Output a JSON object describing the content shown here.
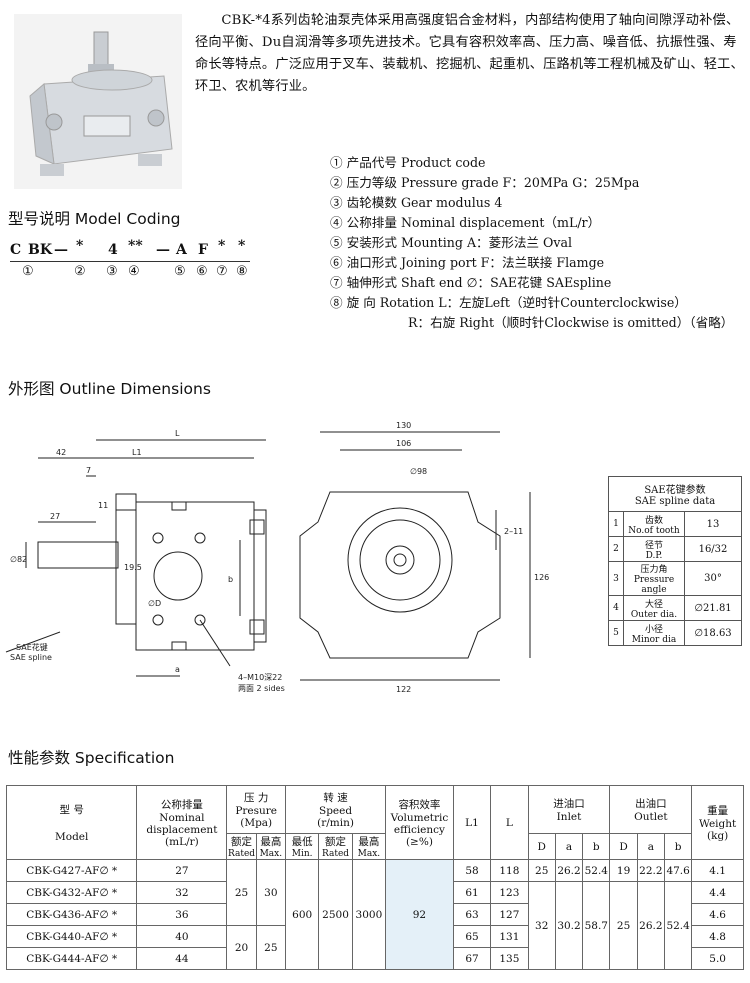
{
  "intro": "CBK-*4系列齿轮油泵壳体采用高强度铝合金材料，内部结构使用了轴向间隙浮动补偿、径向平衡、Du自润滑等多项先进技术。它具有容积效率高、压力高、噪音低、抗振性强、寿命长等特点。广泛应用于叉车、装载机、挖掘机、起重机、压路机等工程机械及矿山、轻工、环卫、农机等行业。",
  "coding": {
    "title": "型号说明  Model Coding",
    "code": [
      "C",
      "BK",
      "—",
      "*",
      "4",
      "**",
      "—",
      "A",
      "F",
      "*",
      "*"
    ],
    "nums": [
      "①",
      "②",
      "③",
      "④",
      "⑤",
      "⑥",
      "⑦",
      "⑧"
    ],
    "defs": [
      "① 产品代号 Product code",
      "② 压力等级 Pressure grade  F：20MPa G：25Mpa",
      "③ 齿轮模数 Gear modulus 4",
      "④ 公称排量  Nominal displacement（mL/r）",
      "⑤ 安装形式  Mounting  A：菱形法兰 Oval",
      "⑥ 油口形式  Joining port  F：法兰联接 Flamge",
      "⑦ 轴伸形式  Shaft end ∅：SAE花键  SAEspline",
      "⑧ 旋      向 Rotation  L：左旋Left（逆时针Counterclockwise）",
      "R：右旋  Right（顺时针Clockwise is omitted）（省略）"
    ]
  },
  "outline": {
    "title": "外形图  Outline Dimensions",
    "labels": {
      "L": "L",
      "L1": "L1",
      "d42": "42",
      "d7": "7",
      "d27": "27",
      "d11": "11",
      "d19": "19.5",
      "b": "b",
      "D": "∅D",
      "a": "a",
      "phi82": "∅82",
      "spline_cn": "SAE花键",
      "spline_en": "SAE spline",
      "thread": "4–M10深22",
      "sides": "两面 2 sides",
      "d130": "130",
      "d106": "106",
      "d98": "∅98",
      "d211": "2–11",
      "d126": "126",
      "d122": "122"
    }
  },
  "spline_table": {
    "title_cn": "SAE花键参数",
    "title_en": "SAE spline data",
    "rows": [
      {
        "no": "1",
        "cn": "齿数",
        "en": "No.of tooth",
        "val": "13"
      },
      {
        "no": "2",
        "cn": "径节",
        "en": "D.P.",
        "val": "16/32"
      },
      {
        "no": "3",
        "cn": "压力角",
        "en": "Pressure angle",
        "val": "30°"
      },
      {
        "no": "4",
        "cn": "大径",
        "en": "Outer dia.",
        "val": "∅21.81"
      },
      {
        "no": "5",
        "cn": "小径",
        "en": "Minor dia",
        "val": "∅18.63"
      }
    ]
  },
  "spec": {
    "title": "性能参数  Specification",
    "h": {
      "model_cn": "型    号",
      "model_en": "Model",
      "disp_cn": "公称排量",
      "disp_en1": "Nominal",
      "disp_en2": "displacement",
      "disp_unit": "(mL/r)",
      "press_cn": "压    力",
      "press_en": "Presure",
      "press_unit": "(Mpa)",
      "rated": "额定",
      "rated_en": "Rated",
      "max": "最高",
      "max_en": "Max.",
      "speed_cn": "转    速",
      "speed_en": "Speed",
      "speed_unit": "(r/min)",
      "min": "最低",
      "min_en": "Min.",
      "eff_cn": "容积效率",
      "eff_en1": "Volumetric",
      "eff_en2": "efficiency",
      "eff_unit": "(≥%)",
      "L1": "L1",
      "L": "L",
      "inlet_cn": "进油口",
      "inlet_en": "Inlet",
      "outlet_cn": "出油口",
      "outlet_en": "Outlet",
      "D": "D",
      "a": "a",
      "b": "b",
      "weight_cn": "重量",
      "weight_en": "Weight",
      "weight_unit": "(kg)"
    },
    "rows": [
      {
        "model": "CBK-G427-AF∅ *",
        "disp": "27",
        "L1": "58",
        "L": "118",
        "weight": "4.1"
      },
      {
        "model": "CBK-G432-AF∅ *",
        "disp": "32",
        "L1": "61",
        "L": "123",
        "weight": "4.4"
      },
      {
        "model": "CBK-G436-AF∅ *",
        "disp": "36",
        "L1": "63",
        "L": "127",
        "weight": "4.6"
      },
      {
        "model": "CBK-G440-AF∅ *",
        "disp": "40",
        "L1": "65",
        "L": "131",
        "weight": "4.8"
      },
      {
        "model": "CBK-G444-AF∅ *",
        "disp": "44",
        "L1": "67",
        "L": "135",
        "weight": "5.0"
      }
    ],
    "press1": {
      "rated": "25",
      "max": "30"
    },
    "press2": {
      "rated": "20",
      "max": "25"
    },
    "speed": {
      "min": "600",
      "rated": "2500",
      "max": "3000"
    },
    "eff": "92",
    "inlet1": {
      "D": "25",
      "a": "26.2",
      "b": "52.4"
    },
    "outlet1": {
      "D": "19",
      "a": "22.2",
      "b": "47.6"
    },
    "inlet2": {
      "D": "32",
      "a": "30.2",
      "b": "58.7"
    },
    "outlet2": {
      "D": "25",
      "a": "26.2",
      "b": "52.4"
    }
  }
}
